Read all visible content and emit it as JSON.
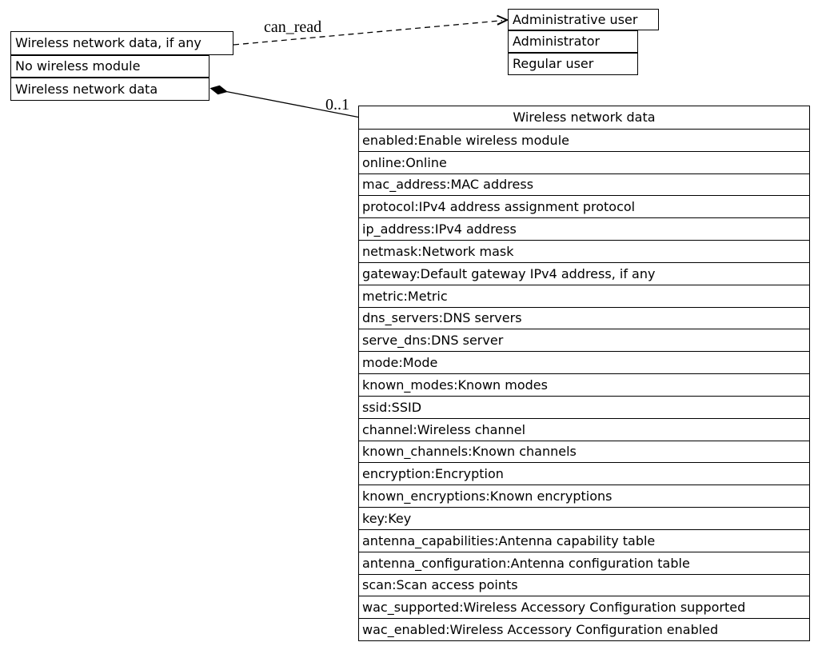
{
  "colors": {
    "background": "#ffffff",
    "line": "#000000",
    "text": "#000000"
  },
  "variant_node": {
    "title": "Wireless network data, if any",
    "options": [
      "No wireless module",
      "Wireless network data"
    ]
  },
  "user_node": {
    "title": "Administrative user",
    "options": [
      "Administrator",
      "Regular user"
    ]
  },
  "detail_table": {
    "title": "Wireless network data",
    "rows": [
      "enabled:Enable wireless module",
      "online:Online",
      "mac_address:MAC address",
      "protocol:IPv4 address assignment protocol",
      "ip_address:IPv4 address",
      "netmask:Network mask",
      "gateway:Default gateway IPv4 address, if any",
      "metric:Metric",
      "dns_servers:DNS servers",
      "serve_dns:DNS server",
      "mode:Mode",
      "known_modes:Known modes",
      "ssid:SSID",
      "channel:Wireless channel",
      "known_channels:Known channels",
      "encryption:Encryption",
      "known_encryptions:Known encryptions",
      "key:Key",
      "antenna_capabilities:Antenna capability table",
      "antenna_configuration:Antenna configuration table",
      "scan:Scan access points",
      "wac_supported:Wireless Accessory Configuration supported",
      "wac_enabled:Wireless Accessory Configuration enabled"
    ]
  },
  "edges": {
    "can_read": {
      "label": "can_read",
      "style": "dashed",
      "arrowhead": "open-vee"
    },
    "composition": {
      "label": "0..1",
      "style": "solid",
      "tail_marker": "filled-diamond"
    }
  }
}
